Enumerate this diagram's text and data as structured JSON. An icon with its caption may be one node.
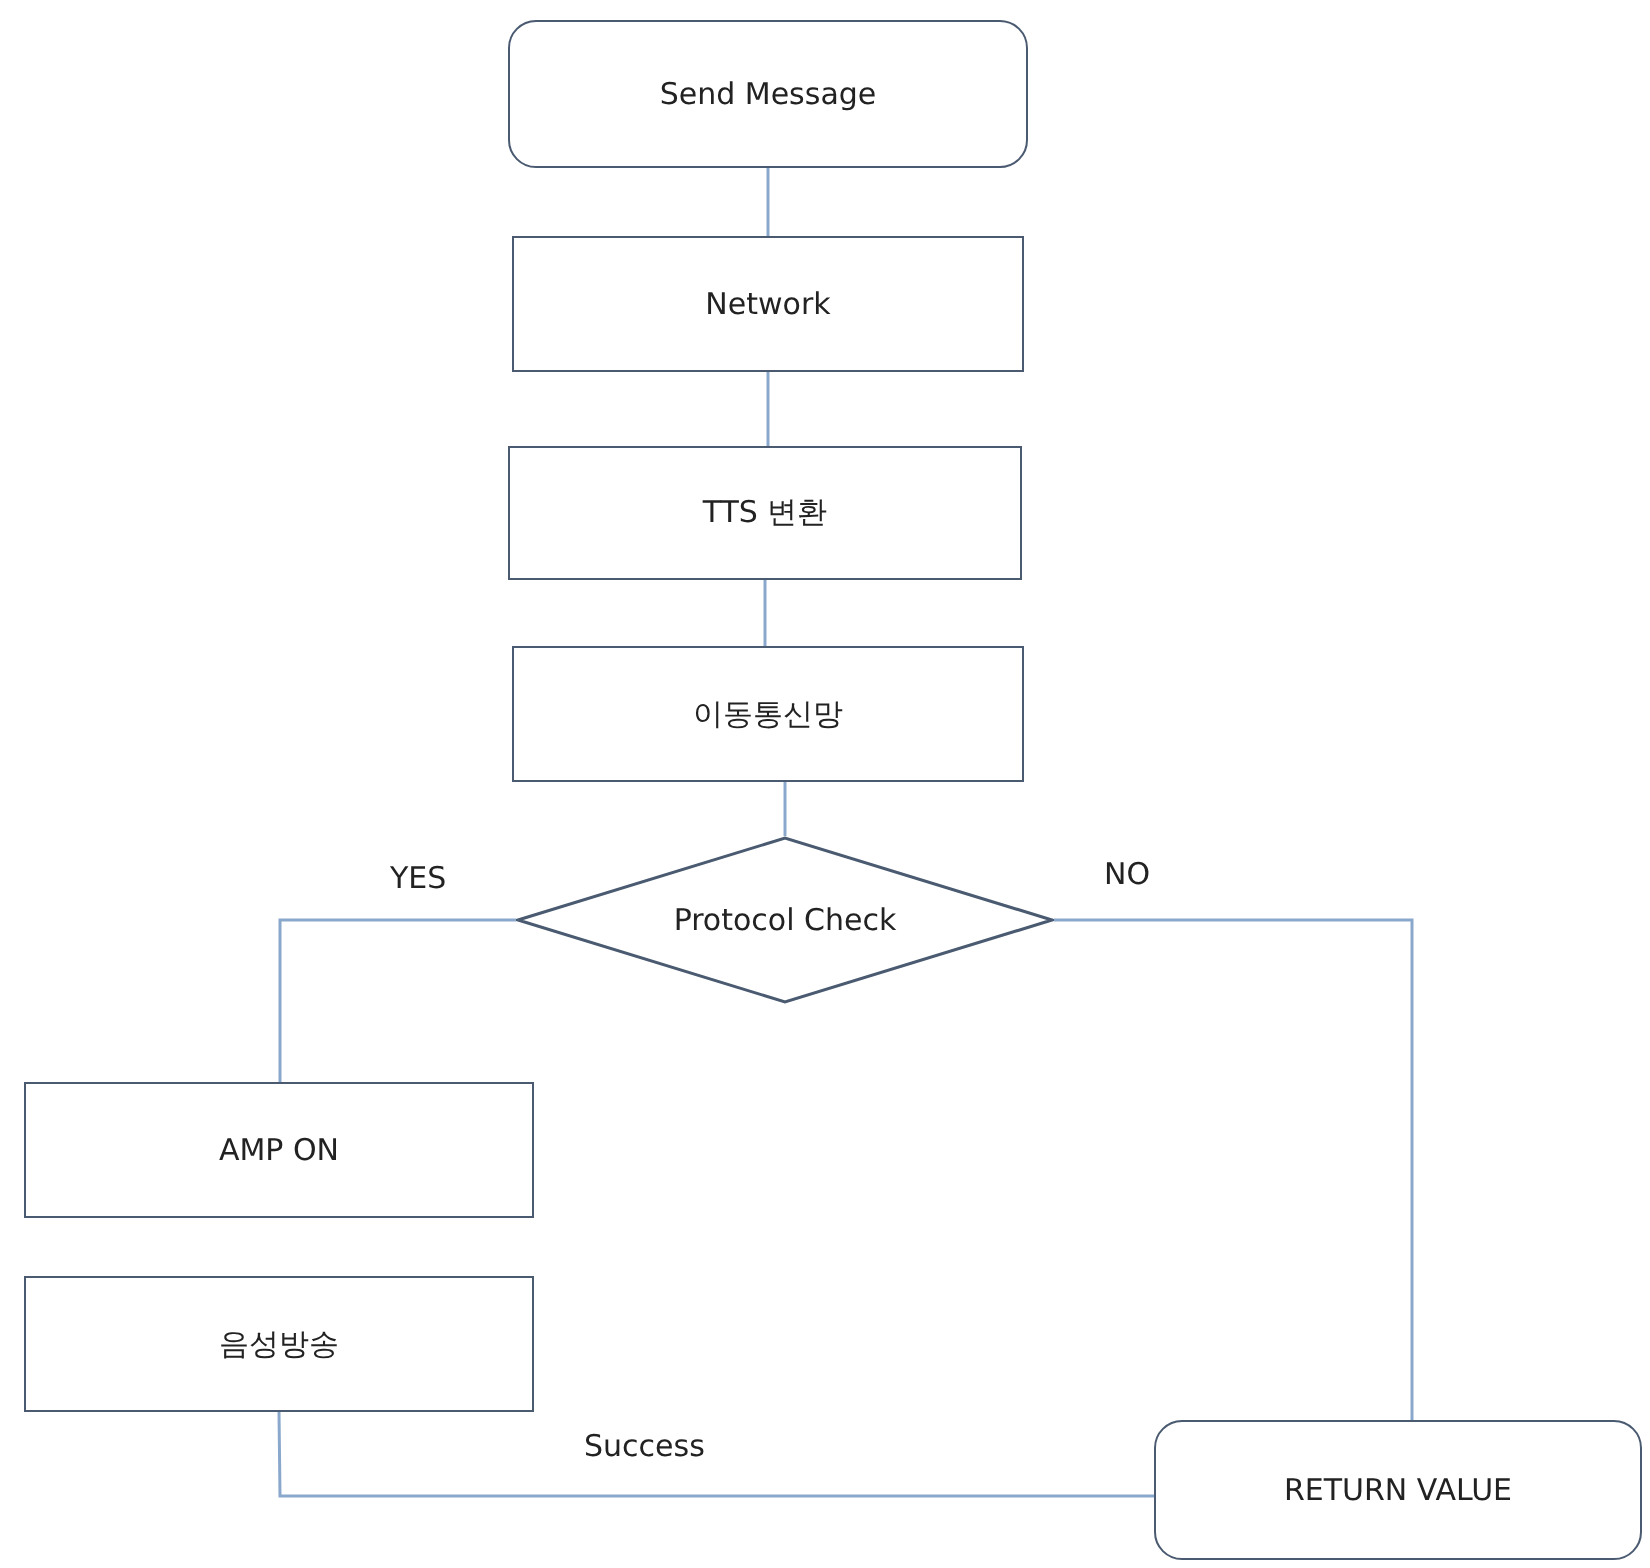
{
  "diagram": {
    "nodes": [
      {
        "text": [
          "Send Message"
        ]
      },
      {
        "text": [
          "Network"
        ]
      },
      {
        "text": [
          "TTS 변환"
        ]
      },
      {
        "text": [
          "이동통신망"
        ]
      },
      {
        "text": [
          "Protocol Check"
        ]
      },
      {
        "text": [
          "AMP ON"
        ]
      },
      {
        "text": [
          "음성방송"
        ]
      },
      {
        "text": [
          "RETURN VALUE"
        ]
      }
    ],
    "edges": [
      {
        "from": 0,
        "to": 1,
        "arrow": "none"
      },
      {
        "from": 1,
        "to": 2,
        "arrow": "none"
      },
      {
        "from": 2,
        "to": 3,
        "arrow": "none"
      },
      {
        "from": 3,
        "to": 4,
        "arrow": "none"
      },
      {
        "from": 4,
        "to": 5,
        "arrow": "none",
        "label": "YES"
      },
      {
        "from": 4,
        "to": 7,
        "arrow": "none",
        "label": "NO"
      },
      {
        "from": 6,
        "to": 7,
        "arrow": "none",
        "label": "Success"
      }
    ]
  }
}
